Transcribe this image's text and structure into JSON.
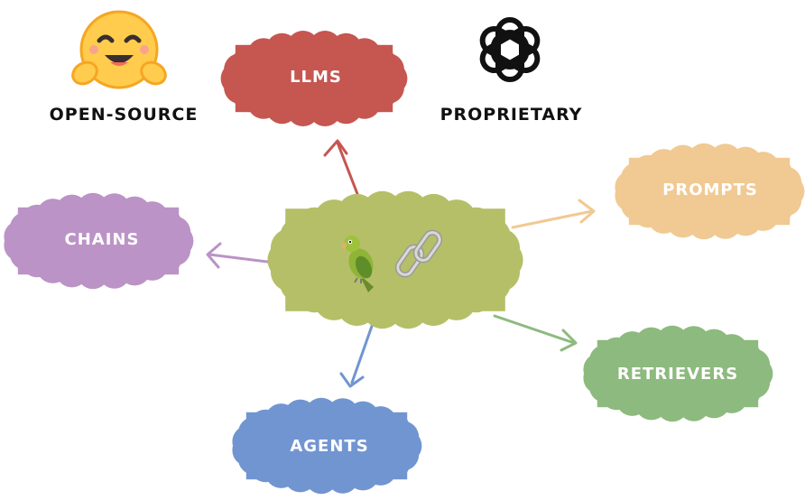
{
  "center": {
    "parrot_icon": "parrot-icon",
    "link_icon": "chain-link-icon",
    "fill": "#b5bf67"
  },
  "nodes": {
    "llms": {
      "label": "LLMS",
      "fill": "#c65650"
    },
    "prompts": {
      "label": "PROMPTS",
      "fill": "#f1c992"
    },
    "chains": {
      "label": "CHAINS",
      "fill": "#bb93c6"
    },
    "retrievers": {
      "label": "RETRIEVERS",
      "fill": "#8dba7e"
    },
    "agents": {
      "label": "AGENTS",
      "fill": "#7195d1"
    }
  },
  "logos": {
    "open_source": {
      "label": "OPEN-SOURCE",
      "icon": "hugging-face-icon"
    },
    "proprietary": {
      "label": "PROPRIETARY",
      "icon": "openai-logo-icon"
    }
  },
  "arrow_colors": {
    "llms": "#c65650",
    "prompts": "#f1c992",
    "chains": "#bb93c6",
    "retrievers": "#8dba7e",
    "agents": "#7195d1"
  }
}
